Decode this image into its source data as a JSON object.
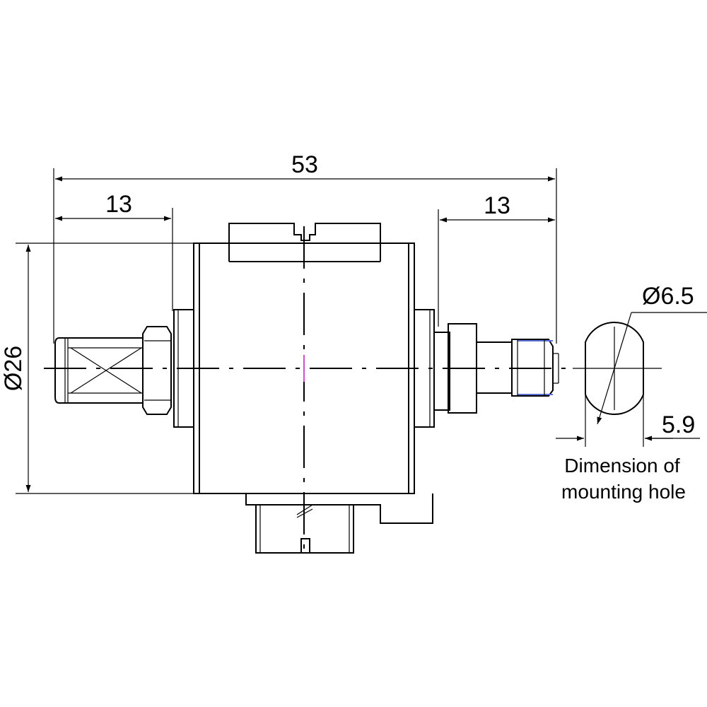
{
  "dimensions": {
    "overall_length": "53",
    "left_connector_length": "13",
    "right_connector_length": "13",
    "body_diameter": "Ø26",
    "hole_diameter": "Ø6.5",
    "hole_flat_width": "5.9"
  },
  "notes": {
    "mounting_hole_line1": "Dimension of",
    "mounting_hole_line2": "mounting hole"
  },
  "colors": {
    "line": "#000000",
    "accent_blue": "#5b6fd6",
    "accent_pink": "#d04fd0"
  }
}
